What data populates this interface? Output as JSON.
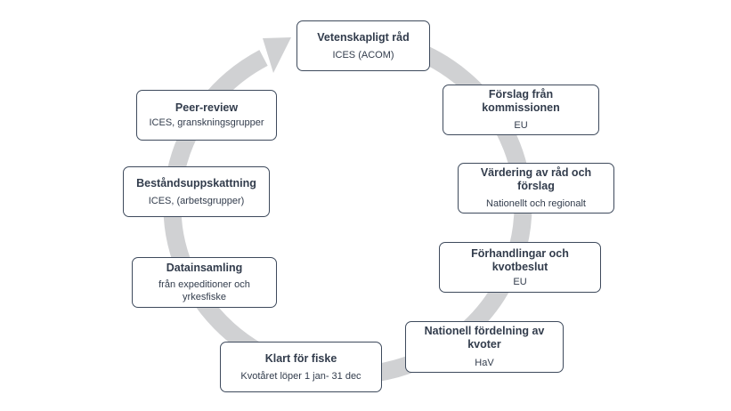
{
  "colors": {
    "arrow": "#d0d1d3",
    "border": "#3e4a5c",
    "text": "#323c4c"
  },
  "steps": [
    {
      "title": "Vetenskapligt råd",
      "subtitle": "ICES (ACOM)"
    },
    {
      "title": "Förslag från kommissionen",
      "subtitle": "EU"
    },
    {
      "title": "Värdering av råd och förslag",
      "subtitle": "Nationellt och regionalt"
    },
    {
      "title": "Förhandlingar och kvotbeslut",
      "subtitle": "EU"
    },
    {
      "title": "Nationell fördelning av kvoter",
      "subtitle": "HaV"
    },
    {
      "title": "Klart för fiske",
      "subtitle": "Kvotåret löper 1 jan- 31 dec"
    },
    {
      "title": "Datainsamling",
      "subtitle": "från expeditioner och yrkesfiske"
    },
    {
      "title": "Beståndsuppskattning",
      "subtitle": "ICES, (arbetsgrupper)"
    },
    {
      "title": "Peer-review",
      "subtitle": "ICES, granskningsgrupper"
    }
  ]
}
